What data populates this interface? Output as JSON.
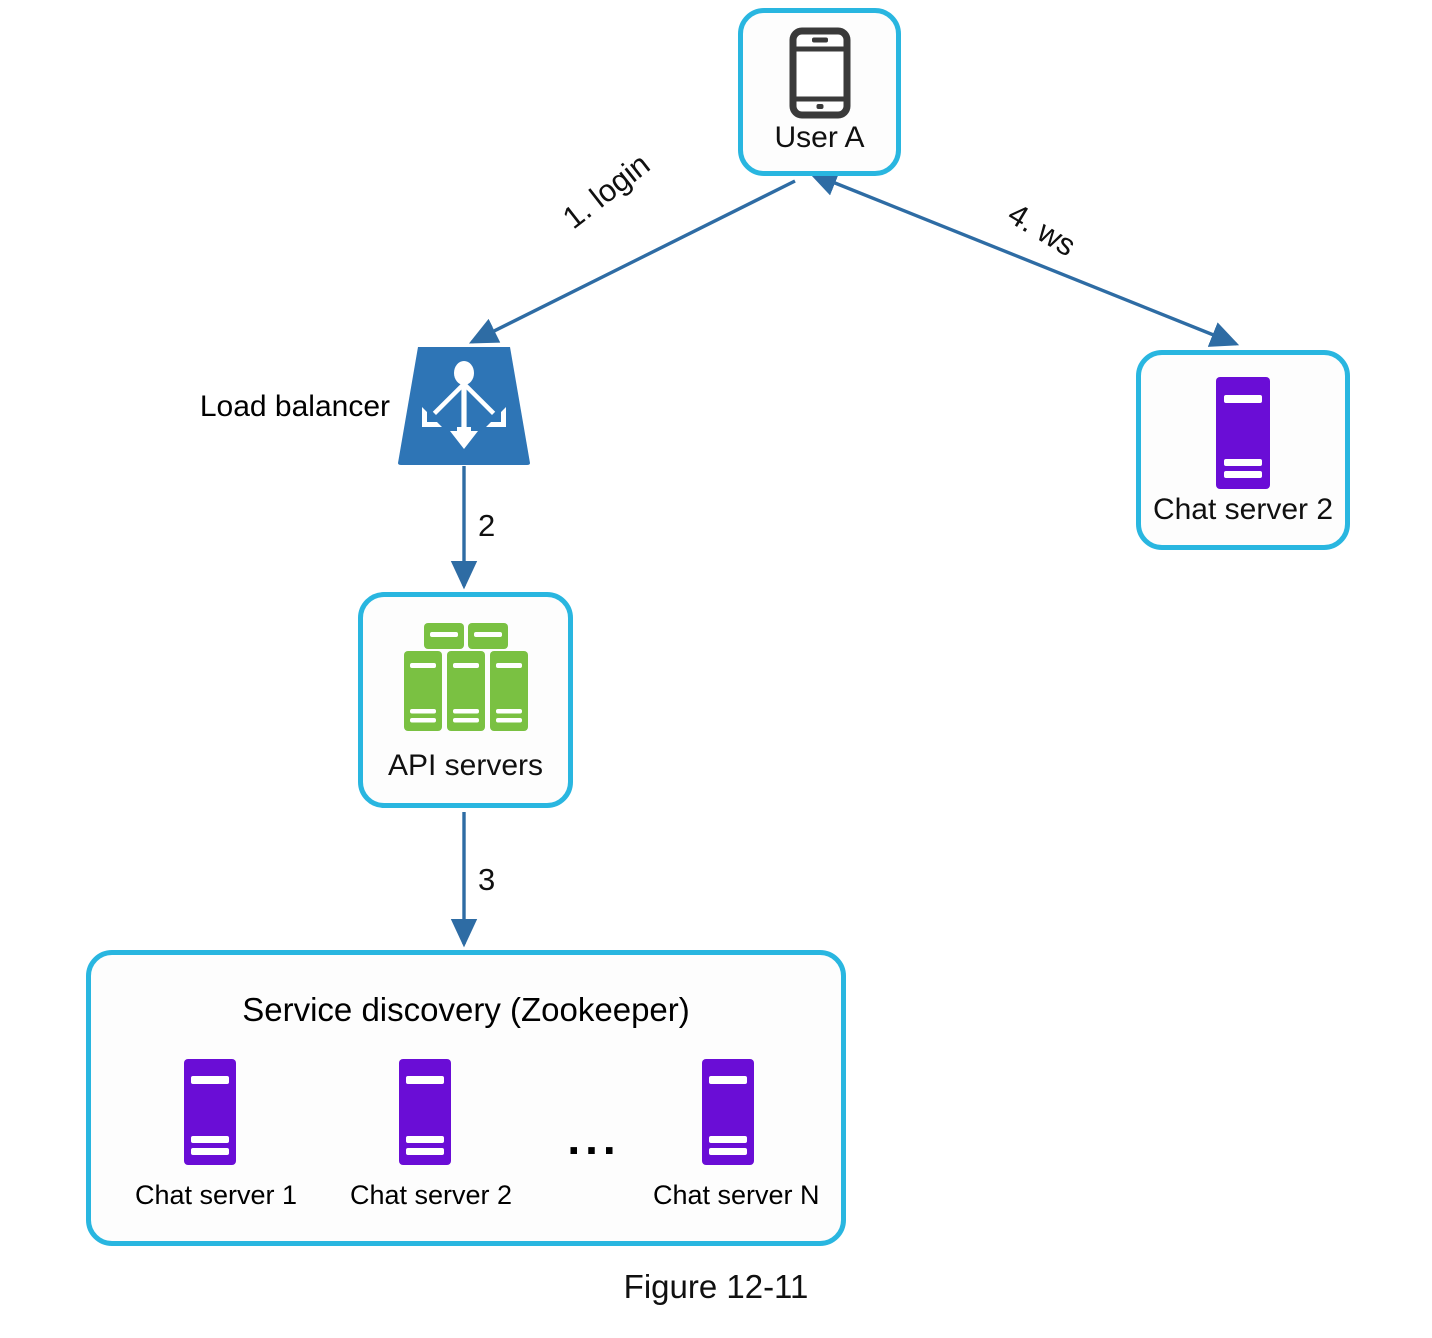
{
  "figure": {
    "caption": "Figure 12-11"
  },
  "colors": {
    "node_border": "#29b6e0",
    "arrow": "#2e75b6",
    "load_balancer_fill": "#2e75b6",
    "api_server_green": "#7ac142",
    "chat_server_purple": "#6a0dd6",
    "phone_icon": "#3a3a3a",
    "text": "#101010"
  },
  "nodes": {
    "user_a": {
      "label": "User A",
      "icon": "mobile-phone-icon"
    },
    "load_balancer": {
      "label": "Load balancer",
      "icon": "load-balancer-distribute-icon"
    },
    "api_servers": {
      "label": "API servers",
      "icon": "server-rack-group-icon"
    },
    "chat_server_2": {
      "label": "Chat server 2",
      "icon": "server-icon"
    },
    "service_discovery": {
      "title": "Service discovery (Zookeeper)",
      "ellipsis": "...",
      "servers": [
        {
          "label": "Chat server 1",
          "icon": "server-icon"
        },
        {
          "label": "Chat server 2",
          "icon": "server-icon"
        },
        {
          "label": "Chat server N",
          "icon": "server-icon"
        }
      ]
    }
  },
  "edges": [
    {
      "id": "login",
      "label": "1. login",
      "from": "User A",
      "to": "Load balancer",
      "direction": "one-way"
    },
    {
      "id": "lb-to-api",
      "label": "2",
      "from": "Load balancer",
      "to": "API servers",
      "direction": "one-way"
    },
    {
      "id": "api-to-zookeeper",
      "label": "3",
      "from": "API servers",
      "to": "Service discovery (Zookeeper)",
      "direction": "one-way"
    },
    {
      "id": "ws",
      "label": "4. ws",
      "from": "User A",
      "to": "Chat server 2",
      "direction": "two-way"
    }
  ]
}
